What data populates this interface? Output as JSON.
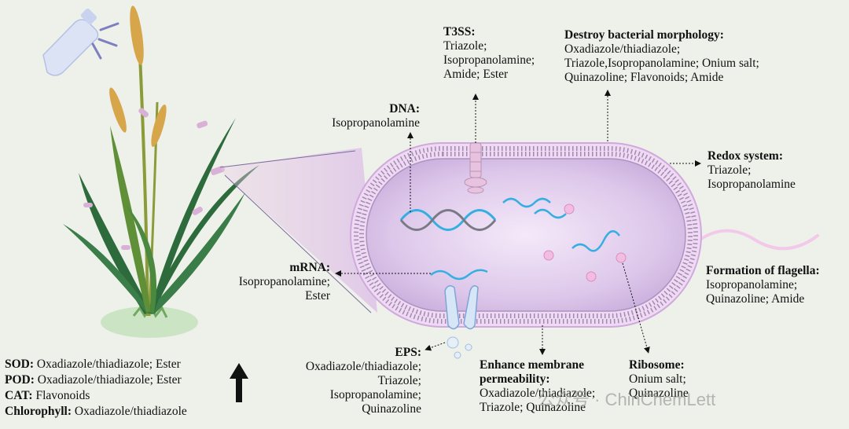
{
  "labels": {
    "t3ss": {
      "title": "T3SS:",
      "lines": [
        "Triazole;",
        "Isopropanolamine;",
        "Amide; Ester"
      ]
    },
    "morphology": {
      "title": "Destroy bacterial morphology:",
      "lines": [
        "Oxadiazole/thiadiazole;",
        "Triazole,Isopropanolamine; Onium salt;",
        "Quinazoline; Flavonoids; Amide"
      ]
    },
    "dna": {
      "title": "DNA:",
      "lines": [
        "Isopropanolamine"
      ]
    },
    "redox": {
      "title": "Redox system:",
      "lines": [
        "Triazole;",
        "Isopropanolamine"
      ]
    },
    "mrna": {
      "title": "mRNA:",
      "lines": [
        "Isopropanolamine;",
        "Ester"
      ]
    },
    "flagella": {
      "title": "Formation of flagella:",
      "lines": [
        "Isopropanolamine;",
        "Quinazoline; Amide"
      ]
    },
    "eps": {
      "title": "EPS:",
      "lines": [
        "Oxadiazole/thiadiazole;",
        "Triazole;",
        "Isopropanolamine;",
        "Quinazoline"
      ]
    },
    "membrane": {
      "title": "Enhance membrane permeability:",
      "title_lines": [
        "Enhance membrane",
        "permeability:"
      ],
      "lines": [
        "Oxadiazole/thiadiazole;",
        "Triazole; Quinazoline"
      ]
    },
    "ribosome": {
      "title": "Ribosome:",
      "lines": [
        "Onium salt;",
        "Quinazoline"
      ]
    }
  },
  "enzymes": [
    {
      "key": "SOD:",
      "value": "Oxadiazole/thiadiazole; Ester"
    },
    {
      "key": "POD:",
      "value": "Oxadiazole/thiadiazole; Ester"
    },
    {
      "key": "CAT:",
      "value": "Flavonoids"
    },
    {
      "key": "Chlorophyll:",
      "value": "Oxadiazole/thiadiazole"
    }
  ],
  "watermark": "公众号 · ChinChemLett",
  "colors": {
    "background": "#eef1ea",
    "cell_body": "#d4bfe6",
    "membrane": "#b39ac6",
    "nucleic_acid": "#35aee2",
    "ribosome": "#f0a9d8",
    "leaf": "#2e6b3c",
    "grain": "#d7a64a"
  }
}
